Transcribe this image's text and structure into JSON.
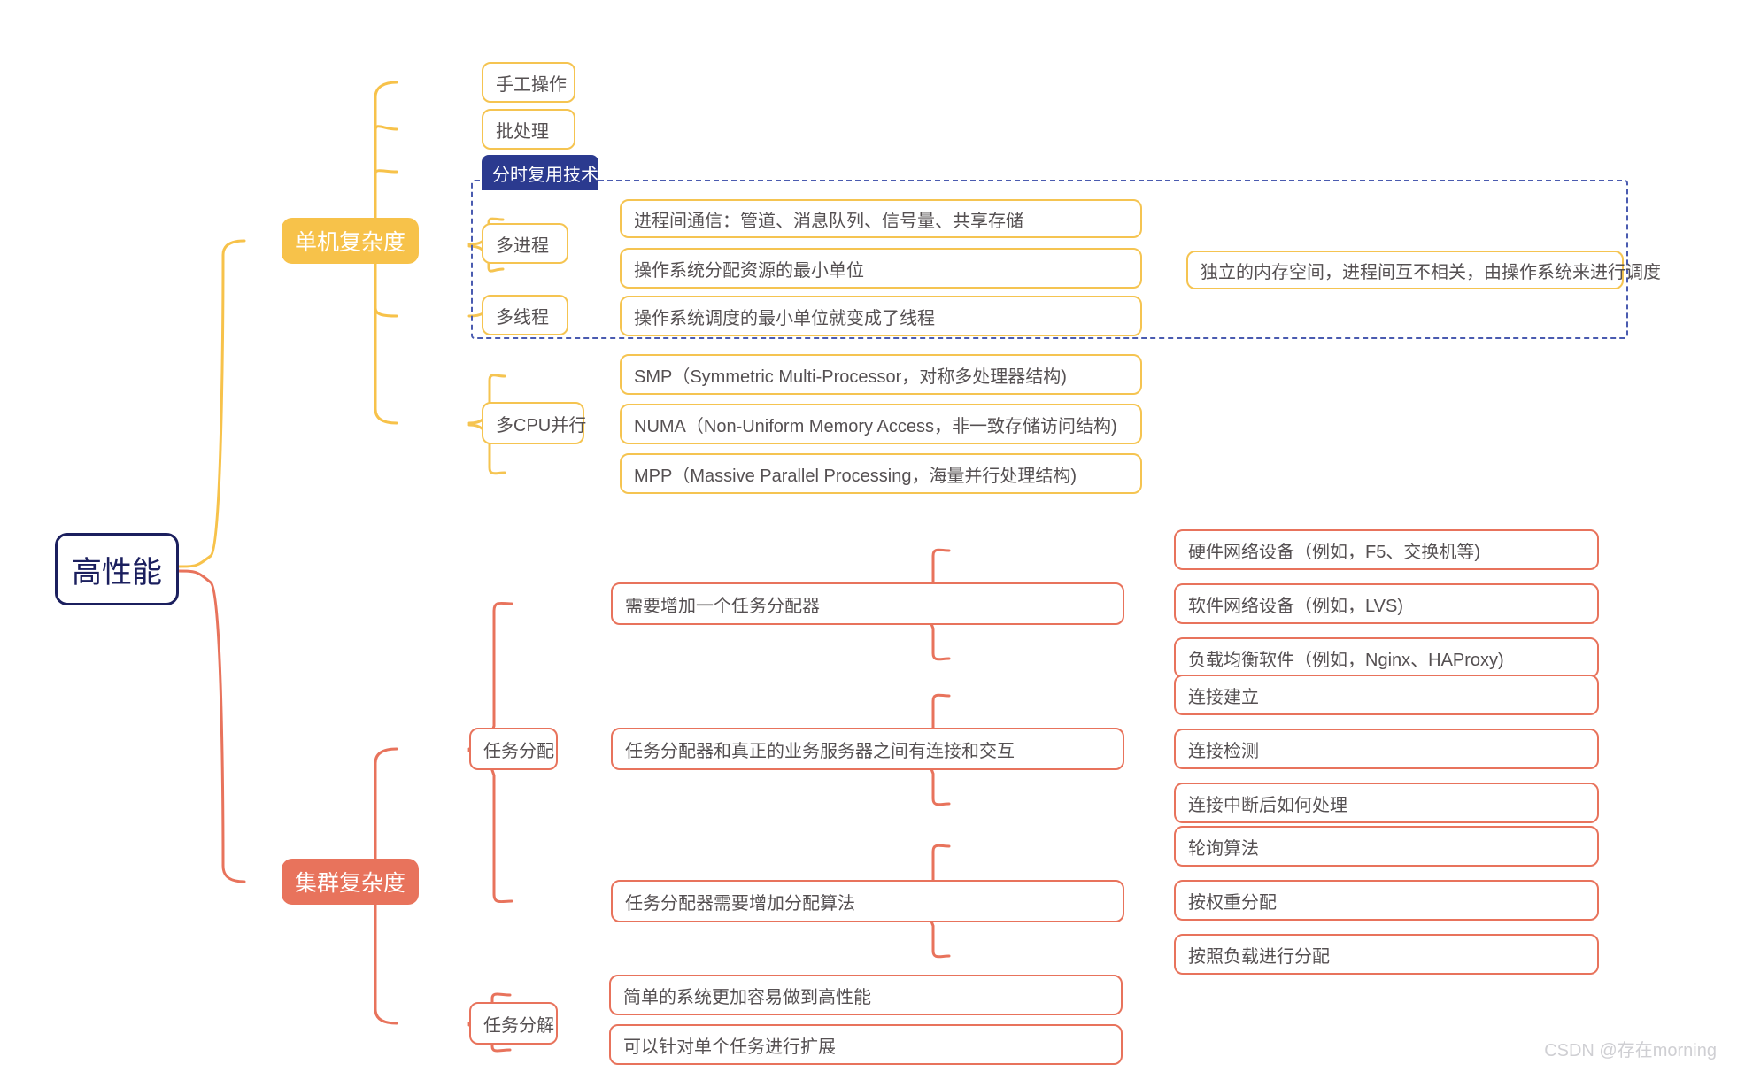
{
  "diagram": {
    "type": "mindmap",
    "title": "高性能",
    "watermark": "CSDN @存在morning",
    "colors": {
      "root_border": "#1b1f5e",
      "branch_single": "#f7c24a",
      "branch_cluster": "#e8735c",
      "highlight": "#2b3a8f",
      "dashed_group": "#4a5bb0"
    },
    "root": {
      "label": "高性能"
    },
    "branches": [
      {
        "label": "单机复杂度",
        "color": "#f7c24a",
        "children": [
          {
            "label": "手工操作"
          },
          {
            "label": "批处理"
          },
          {
            "label": "分时复用技术",
            "highlight": true
          },
          {
            "label": "多进程",
            "children": [
              {
                "label": "进程间通信：管道、消息队列、信号量、共享存储"
              },
              {
                "label": "操作系统分配资源的最小单位",
                "children": [
                  {
                    "label": "独立的内存空间，进程间互不相关，由操作系统来进行调度"
                  }
                ]
              }
            ]
          },
          {
            "label": "多线程",
            "children": [
              {
                "label": "操作系统调度的最小单位就变成了线程"
              }
            ]
          },
          {
            "label": "多CPU并行",
            "children": [
              {
                "label": "SMP（Symmetric Multi-Processor，对称多处理器结构)"
              },
              {
                "label": "NUMA（Non-Uniform Memory Access，非一致存储访问结构)"
              },
              {
                "label": "MPP（Massive Parallel Processing，海量并行处理结构)"
              }
            ]
          }
        ]
      },
      {
        "label": "集群复杂度",
        "color": "#e8735c",
        "children": [
          {
            "label": "任务分配",
            "children": [
              {
                "label": "需要增加一个任务分配器",
                "children": [
                  {
                    "label": "硬件网络设备（例如，F5、交换机等)"
                  },
                  {
                    "label": "软件网络设备（例如，LVS)"
                  },
                  {
                    "label": "负载均衡软件（例如，Nginx、HAProxy)"
                  }
                ]
              },
              {
                "label": "任务分配器和真正的业务服务器之间有连接和交互",
                "children": [
                  {
                    "label": "连接建立"
                  },
                  {
                    "label": "连接检测"
                  },
                  {
                    "label": "连接中断后如何处理"
                  }
                ]
              },
              {
                "label": "任务分配器需要增加分配算法",
                "children": [
                  {
                    "label": "轮询算法"
                  },
                  {
                    "label": "按权重分配"
                  },
                  {
                    "label": "按照负载进行分配"
                  }
                ]
              }
            ]
          },
          {
            "label": "任务分解",
            "children": [
              {
                "label": "简单的系统更加容易做到高性能"
              },
              {
                "label": "可以针对单个任务进行扩展"
              }
            ]
          }
        ]
      }
    ],
    "nodes": {
      "root": "高性能",
      "single": "单机复杂度",
      "cluster": "集群复杂度",
      "manual": "手工操作",
      "batch": "批处理",
      "timeshare": "分时复用技术",
      "multiproc": "多进程",
      "multithread": "多线程",
      "multicpu": "多CPU并行",
      "ipc": "进程间通信：管道、消息队列、信号量、共享存储",
      "min_alloc_unit": "操作系统分配资源的最小单位",
      "independent_mem": "独立的内存空间，进程间互不相关，由操作系统来进行调度",
      "thread_unit": "操作系统调度的最小单位就变成了线程",
      "smp": "SMP（Symmetric Multi-Processor，对称多处理器结构)",
      "numa": "NUMA（Non-Uniform Memory Access，非一致存储访问结构)",
      "mpp": "MPP（Massive Parallel Processing，海量并行处理结构)",
      "task_alloc": "任务分配",
      "task_split": "任务分解",
      "need_dispatcher": "需要增加一个任务分配器",
      "dispatcher_conn": "任务分配器和真正的业务服务器之间有连接和交互",
      "dispatcher_algo": "任务分配器需要增加分配算法",
      "hw_net": "硬件网络设备（例如，F5、交换机等)",
      "sw_net": "软件网络设备（例如，LVS)",
      "lb_sw": "负载均衡软件（例如，Nginx、HAProxy)",
      "conn_build": "连接建立",
      "conn_check": "连接检测",
      "conn_broken": "连接中断后如何处理",
      "round_robin": "轮询算法",
      "weighted": "按权重分配",
      "by_load": "按照负载进行分配",
      "simple_sys": "简单的系统更加容易做到高性能",
      "scale_single": "可以针对单个任务进行扩展"
    }
  }
}
